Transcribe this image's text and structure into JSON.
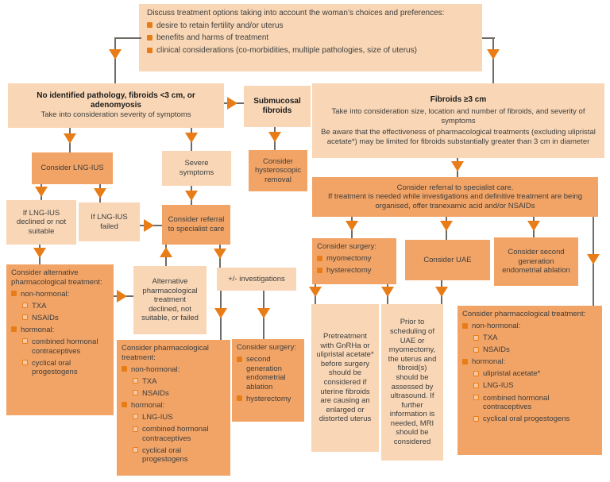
{
  "colors": {
    "light_box": "#f9d7b6",
    "dark_box": "#f2a466",
    "bullet_orange": "#e87d17",
    "arrow_orange": "#e87d17",
    "connector_gray": "#6f6b66",
    "text": "#3d3d3d"
  },
  "nodes": {
    "discuss": {
      "intro": "Discuss treatment options taking into account the woman’s choices and preferences:",
      "bullets": [
        "desire to retain fertility and/or uterus",
        "benefits and harms of treatment",
        "clinical considerations (co-morbidities, multiple pathologies, size of uterus)"
      ]
    },
    "no_pathology": {
      "title": "No identified pathology, fibroids <3 cm, or adenomyosis",
      "body": "Take into consideration severity of symptoms"
    },
    "submucosal": {
      "title": "Submucosal fibroids"
    },
    "fibroids_large": {
      "title": "Fibroids ≥3 cm",
      "body1": "Take into consideration size, location and number of fibroids, and severity of symptoms",
      "body2": "Be aware that the effectiveness of pharmacological treatments (excluding ulipristal acetate*) may be limited for fibroids substantially greater than 3 cm in diameter"
    },
    "consider_lng_ius": {
      "text": "Consider LNG-IUS"
    },
    "severe_symptoms": {
      "text": "Severe symptoms"
    },
    "hysteroscopic": {
      "text": "Consider hysteroscopic removal"
    },
    "lng_declined": {
      "text": "If LNG-IUS declined or not suitable"
    },
    "lng_failed": {
      "text": "If LNG-IUS failed"
    },
    "referral_left": {
      "text": "Consider referral to specialist care"
    },
    "referral_right": {
      "line1": "Consider referral to specialist care.",
      "line2": "If treatment is needed while investigations and definitive treatment are being organised, offer tranexamic acid and/or NSAIDs"
    },
    "alt_pharm": {
      "intro": "Consider alternative pharmacological treatment:",
      "group1": "non-hormonal:",
      "group1_items": [
        "TXA",
        "NSAIDs"
      ],
      "group2": "hormonal:",
      "group2_items": [
        "combined hormonal contraceptives",
        "cyclical oral progestogens"
      ]
    },
    "alt_declined": {
      "text": "Alternative pharmacological treatment declined, not suitable, or failed"
    },
    "investigations": {
      "text": "+/- investigations"
    },
    "pharm_mid": {
      "intro": "Consider pharmacological treatment:",
      "group1": "non-hormonal:",
      "group1_items": [
        "TXA",
        "NSAIDs"
      ],
      "group2": "hormonal:",
      "group2_items": [
        "LNG-IUS",
        "combined hormonal contraceptives",
        "cyclical oral progestogens"
      ]
    },
    "surgery_mid": {
      "intro": "Consider surgery:",
      "bullets": [
        "second generation endometrial ablation",
        "hysterectomy"
      ]
    },
    "surgery_right": {
      "intro": "Consider surgery:",
      "bullets": [
        "myomectomy",
        "hysterectomy"
      ]
    },
    "uae": {
      "text": "Consider UAE"
    },
    "second_gen_ablation": {
      "text": "Consider second generation endometrial ablation"
    },
    "pretreatment": {
      "text": "Pretreatment with GnRHa or ulipristal acetate* before surgery should be considered if uterine fibroids are causing an enlarged or distorted uterus"
    },
    "prior_imaging": {
      "text": "Prior to scheduling of UAE or myomectomy, the uterus and fibroid(s) should be assessed by ultrasound. If further information is needed, MRI should be considered"
    },
    "pharm_right": {
      "intro": "Consider pharmacological treatment:",
      "group1": "non-hormonal:",
      "group1_items": [
        "TXA",
        "NSAIDs"
      ],
      "group2": "hormonal:",
      "group2_items": [
        "ulipristal acetate*",
        "LNG-IUS",
        "combined hormonal contraceptives",
        "cyclical oral progestogens"
      ]
    }
  }
}
